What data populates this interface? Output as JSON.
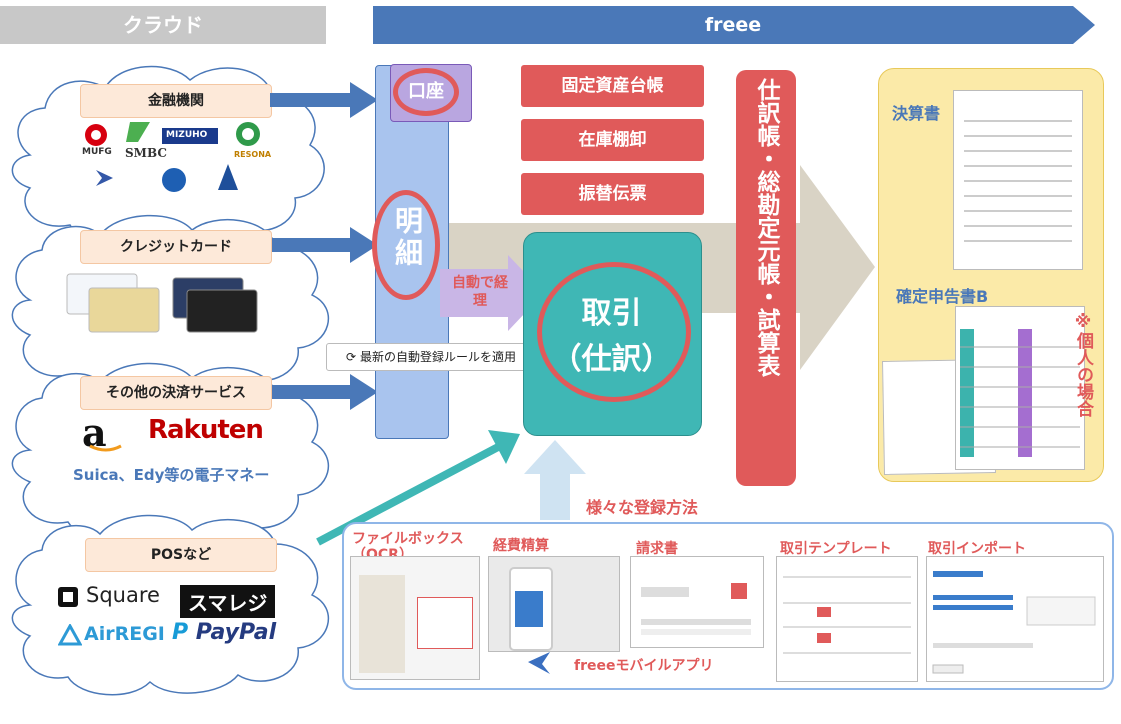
{
  "header": {
    "left": "クラウド",
    "right": "freee"
  },
  "sources": {
    "bank": {
      "label": "金融機関",
      "logos": [
        "MUFG",
        "SMBC",
        "MIZUHO",
        "RESONA"
      ]
    },
    "card": {
      "label": "クレジットカード"
    },
    "other": {
      "label": "その他の決済サービス",
      "amazon": "a",
      "rakuten": "Rakuten",
      "emoney": "Suica、Edy等の電子マネー"
    },
    "pos": {
      "label": "POSなど",
      "square": "Square",
      "smaregi": "スマレジ",
      "airregi": "AirREGI",
      "paypal": "PayPal"
    }
  },
  "flow": {
    "account": "口座",
    "statement": "明細",
    "auto": "自動で経理",
    "rule_button": "最新の自動登録ルールを適用",
    "transaction_line1": "取引",
    "transaction_line2": "（仕訳）",
    "assets": "固定資産台帳",
    "inventory": "在庫棚卸",
    "transfer": "振替伝票",
    "ledger": "仕訳帳・総勘定元帳・試算表"
  },
  "outputs": {
    "settlement": "決算書",
    "tax_return": "確定申告書B",
    "individual_note": "※個人の場合"
  },
  "registration": {
    "title": "様々な登録方法",
    "filebox": "ファイルボックス（OCR）",
    "expense": "経費精算",
    "invoice": "請求書",
    "template": "取引テンプレート",
    "import": "取引インポート",
    "mobile": "freeeモバイルアプリ"
  },
  "colors": {
    "freee_blue": "#4a78b8",
    "red": "#e05a5a",
    "teal": "#3fb7b5",
    "statement_blue": "#a9c4ee",
    "output_yellow": "#fbeaa8"
  }
}
